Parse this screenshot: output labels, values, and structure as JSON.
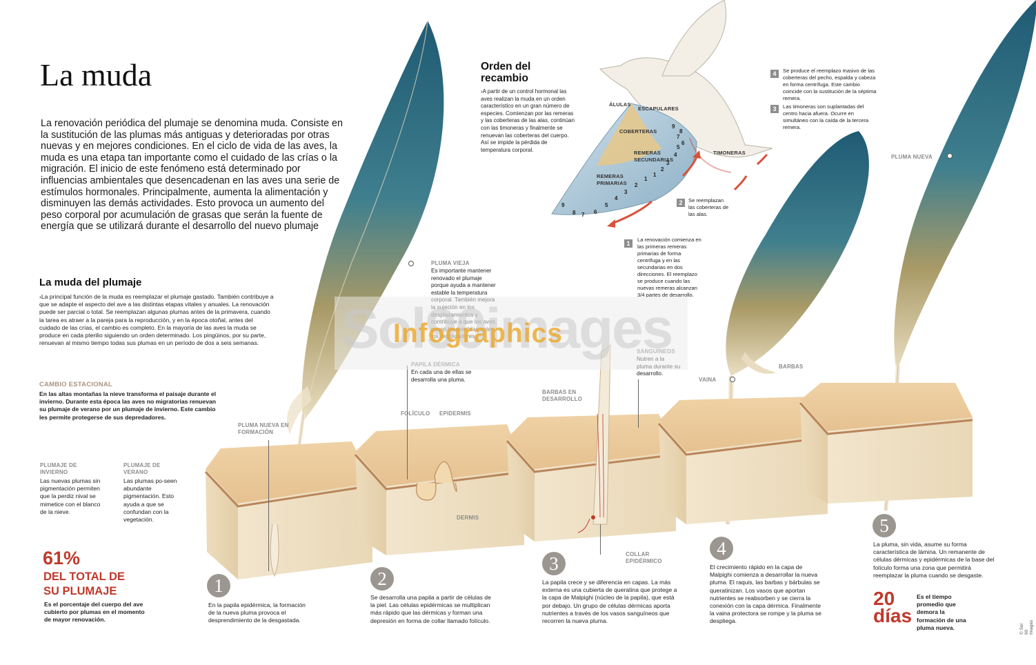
{
  "title": "La muda",
  "intro": "La renovación periódica del plumaje se denomina muda. Consiste en la sustitución de las plumas más antiguas y deterioradas por otras nuevas y en mejores condiciones. En el ciclo de vida de las aves, la muda es una etapa tan importante como el cuidado de las crías o la migración. El inicio de este fenómeno está determinado por influencias ambientales que desencadenan en las aves una serie de estímulos hormonales. Principalmente, aumenta la alimentación y disminuyen las demás actividades. Esto provoca un aumento del peso corporal por acumulación de grasas que serán la fuente de energía que se utilizará durante el desarrollo del nuevo plumaje",
  "plumaje_section": {
    "heading": "La muda del plumaje",
    "text": "›La principal función de la muda es reemplazar el plumaje gastado. También contribuye a que se adapte el aspecto del ave a las distintas etapas vitales y anuales. La renovación puede ser parcial o total. Se reemplazan algunas plumas antes de la primavera, cuando la tarea es atraer a la pareja para la reproducción, y en la época otoñal, antes del cuidado de las crías, el cambio es completo. En la mayoría de las aves la muda se produce en cada pterilio siguiendo un orden determinado. Los pingüinos, por su parte, renuevan al mismo tiempo todas sus plumas en un período de dos a seis semanas."
  },
  "cambio": {
    "heading": "CAMBIO ESTACIONAL",
    "text": "En las altas montañas la nieve transforma el paisaje durante el invierno. Durante esta época las aves no migratorias renuevan su plumaje de verano por un plumaje de invierno. Este cambio les permite protegerse de sus depredadores."
  },
  "invierno": {
    "heading": "PLUMAJE DE INVIERNO",
    "text": "Las nuevas plumas sin pigmentación permiten que la perdiz nival se mimetice con el blanco de la nieve."
  },
  "verano": {
    "heading": "PLUMAJE DE VERANO",
    "text": "Las plumas po-seen abundante pigmentación. Esto ayuda a que se confundan con la vegetación."
  },
  "stat61": {
    "value": "61%",
    "heading": "DEL TOTAL DE SU PLUMAJE",
    "text": "Es el porcentaje del cuerpo del ave cubierto por plumas en el momento de mayor renovación."
  },
  "stat20": {
    "value": "20 días",
    "text": "Es el tiempo promedio que demora la formación de una pluma nueva."
  },
  "orden": {
    "heading": "Orden del recambio",
    "text": "›A partir de un control hormonal las aves realizan la muda en un orden característico en un gran número de especies. Comienzan por las remeras y las coberteras de las alas, continúan con las timoneras y finalmente se renuevan las coberteras del cuerpo. Así se impide la pérdida de temperatura corporal."
  },
  "bird_labels": {
    "alulas": "ÁLULAS",
    "escapulares": "ESCAPULARES",
    "coberteras": "COBERTERAS",
    "remeras_sec": "REMERAS SECUNDARIAS",
    "remeras_pri": "REMERAS PRIMARIAS",
    "timoneras": "TIMONERAS"
  },
  "order_steps": [
    {
      "n": "1",
      "text": "La renovación comienza en las primeras remeras primarias de forma centrífuga y en las secundarias en dos direcciones. El reemplazo se produce cuando las nuevas remeras alcanzan 3/4 partes de desarrollo."
    },
    {
      "n": "2",
      "text": "Se reemplazan las coberteras de las alas."
    },
    {
      "n": "3",
      "text": "Las timoneras son suplantadas del centro hacia afuera. Ocurre en simultáneo con la caída de la tercera remera."
    },
    {
      "n": "4",
      "text": "Se produce el reemplazo masivo de las coberteras del pecho, espalda y cabeza en forma centrífuga. Este cambio coincide con la sustitución de la séptima remera."
    }
  ],
  "feather_labels": {
    "pluma_vieja": "PLUMA VIEJA",
    "pluma_vieja_text": "Es importante mantener renovado el plumaje porque ayuda a mantener estable la temperatura corporal. También mejora la sujeción en los desplazamientos y contribuye a que las aves pasen inadvertidas ante los depredadores.",
    "pluma_nueva_formacion": "PLUMA NUEVA EN FORMACIÓN",
    "papila": "PAPILA DÉRMICA",
    "papila_text": "En cada una de ellas se desarrolla una pluma.",
    "foliculo": "FOLÍCULO",
    "epidermis": "EPIDERMIS",
    "dermis": "DERMIS",
    "barbas_desarrollo": "BARBAS EN DESARROLLO",
    "sanguineos": "SANGUÍNEOS",
    "sanguineos_text": "Nutren a la pluma durante su desarrollo.",
    "collar": "COLLAR EPIDÉRMICO",
    "vaina": "VAINA",
    "barbas": "BARBAS",
    "pluma_nueva": "PLUMA NUEVA"
  },
  "steps": [
    {
      "n": "1",
      "text": "En la papila epidérmica, la formación de la nueva pluma provoca el desprendimiento de la desgastada."
    },
    {
      "n": "2",
      "text": "Se desarrolla una papila a partir de células de la piel. Las células epidérmicas se multiplican más rápido que las dérmicas y forman una depresión en forma de collar llamado folículo."
    },
    {
      "n": "3",
      "text": "La papila crece y se diferencia en capas. La más externa es una cubierta de queratina que protege a la capa de Malpighi (núcleo de la papila), que está por debajo. Un grupo de células dérmicas aporta nutrientes a través de los vasos sanguíneos que recorren la nueva pluma."
    },
    {
      "n": "4",
      "text": "El crecimiento rápido en la capa de Malpighi comienza a desarrollar la nueva pluma. El raquis, las barbas y bárbulas se queratinizan. Los vasos que aportan nutrientes se reabsorben y se cierra la conexión con la capa dérmica. Finalmente la vaina protectora se rompe y la pluma se despliega."
    },
    {
      "n": "5",
      "text": "La pluma, sin vida, asume su forma característica de lámina. Un remanente de células dérmicas y epidérmicas de la base del folículo forma una zona que permitirá reemplazar la pluma cuando se desgaste."
    }
  ],
  "wing_numbers": [
    "9",
    "8",
    "7",
    "6",
    "5",
    "4",
    "3",
    "2",
    "1",
    "1",
    "2",
    "3",
    "4",
    "5",
    "6",
    "7",
    "8",
    "9"
  ],
  "watermark": {
    "brand": "Sol90images",
    "sub": "Infographics"
  },
  "credit": "© Sol 90 Images",
  "colors": {
    "accent": "#c0392b",
    "feather_blue": "#2f6e86",
    "feather_cream": "#f1e6cc",
    "skin": "#f3e4c8"
  }
}
